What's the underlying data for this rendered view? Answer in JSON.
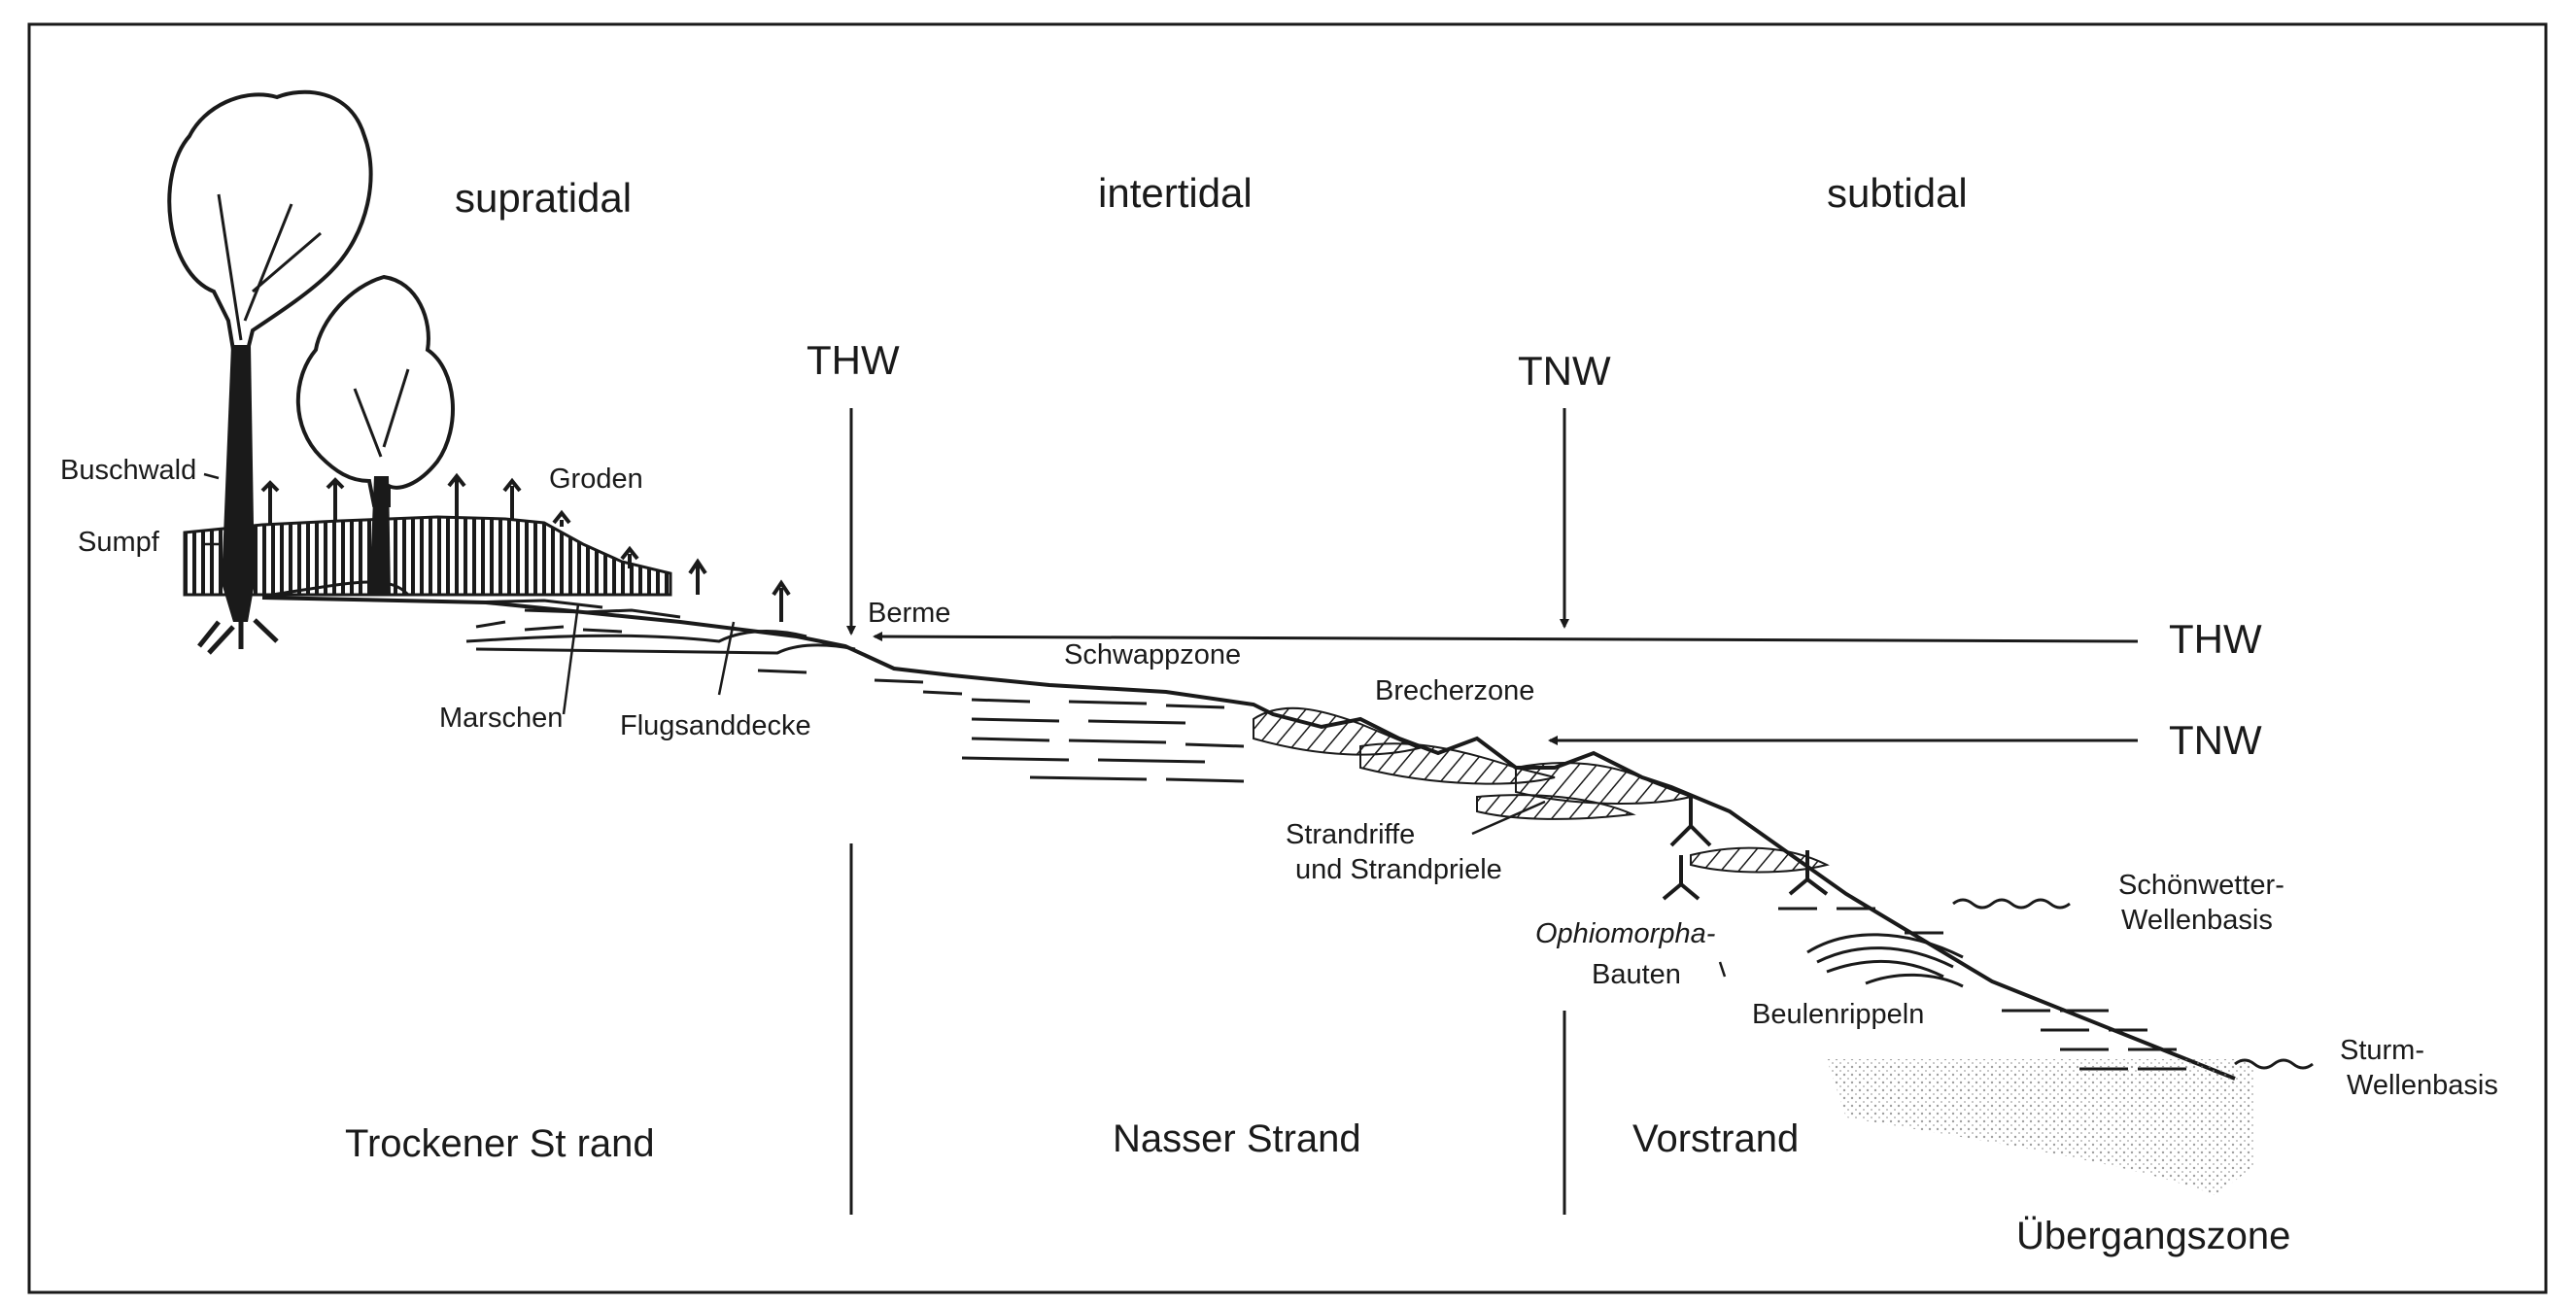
{
  "zones": {
    "supratidal": "supratidal",
    "intertidal": "intertidal",
    "subtidal": "subtidal"
  },
  "water_levels": {
    "thw_top": "THW",
    "tnw_top": "TNW",
    "thw_right": "THW",
    "tnw_right": "TNW"
  },
  "labels": {
    "buschwald": "Buschwald",
    "sumpf": "Sumpf",
    "groden": "Groden",
    "marschen": "Marschen",
    "flugsanddecke": "Flugsanddecke",
    "berme": "Berme",
    "schwappzone": "Schwappzone",
    "brecherzone": "Brecherzone",
    "strandriffe_1": "Strandriffe",
    "strandriffe_2": "und Strandpriele",
    "ophiomorpha_1": "Ophiomorpha-",
    "ophiomorpha_2": "Bauten",
    "beulenrippeln": "Beulenrippeln",
    "schoenwetter_1": "Schönwetter-",
    "schoenwetter_2": "Wellenbasis",
    "sturm_1": "Sturm-",
    "sturm_2": "Wellenbasis"
  },
  "bottom_zones": {
    "trockener_strand": "Trockener St rand",
    "nasser_strand": "Nasser Strand",
    "vorstrand": "Vorstrand",
    "uebergangszone": "Übergangszone"
  },
  "colors": {
    "ink": "#1a1a1a",
    "background": "#ffffff"
  }
}
